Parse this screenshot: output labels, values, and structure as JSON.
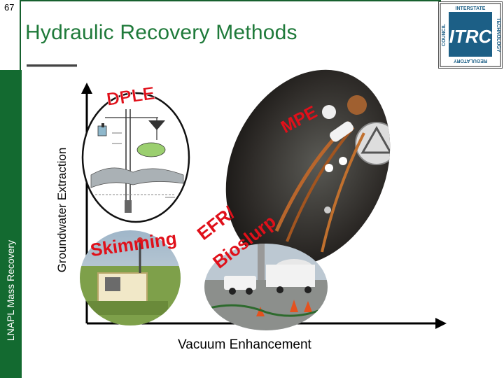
{
  "slide": {
    "number": "67",
    "title": "Hydraulic Recovery Methods",
    "sidebar_label": "LNAPL Mass Recovery"
  },
  "axes": {
    "y_label": "Groundwater Extraction",
    "x_label": "Vacuum Enhancement"
  },
  "method_labels": {
    "dple": "DPLE",
    "mpe": "MPE",
    "skimming": "Skimming",
    "efr": "EFR/",
    "bioslurp": "Bioslurp"
  },
  "logo": {
    "letters": "ITRC",
    "top_text": "INTERSTATE",
    "right_text": "TECHNOLOGY",
    "bottom_text": "REGULATORY",
    "left_text": "COUNCIL"
  },
  "colors": {
    "green": "#136a30",
    "title_green": "#1f7a3a",
    "method_red": "#e0101a"
  }
}
